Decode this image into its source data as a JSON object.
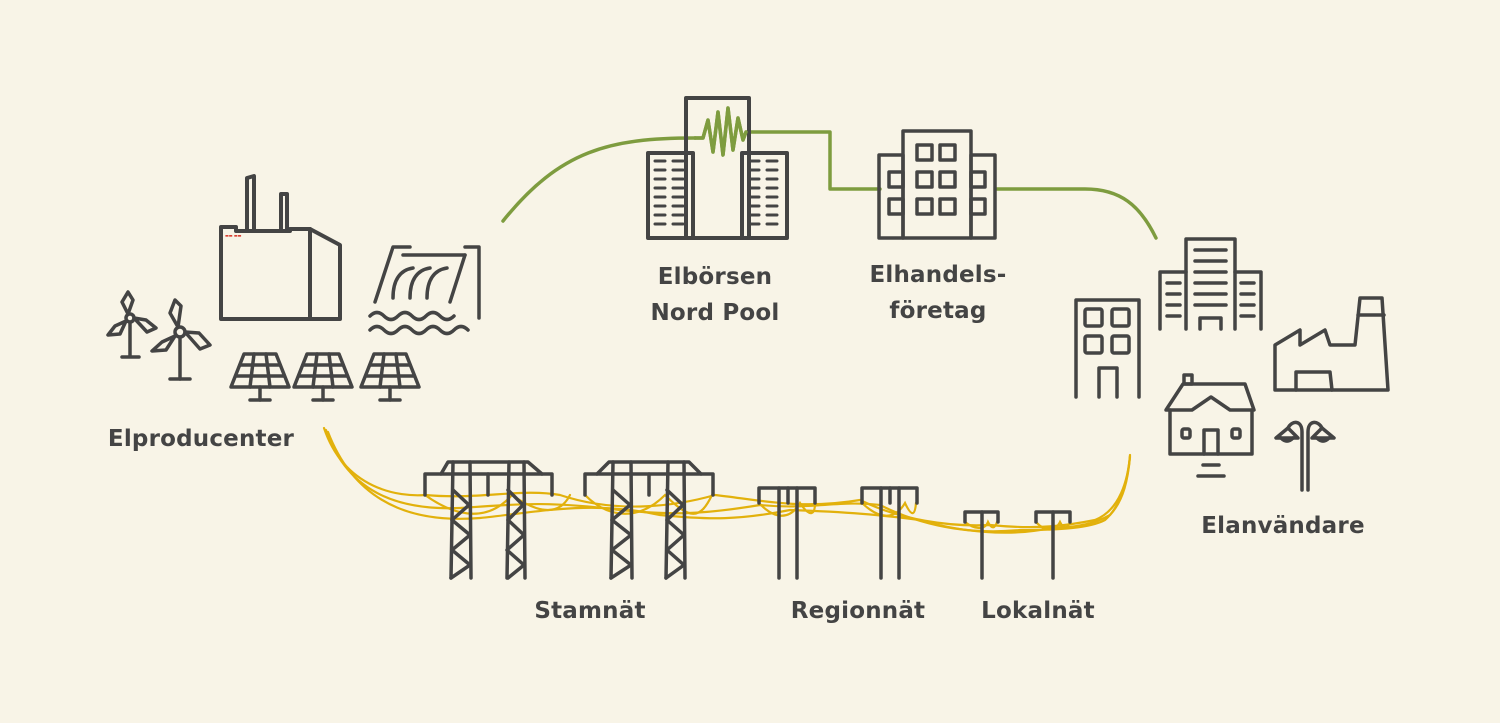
{
  "diagram": {
    "title": "Elmarknadens aktörer",
    "colors": {
      "background": "#F8F4E7",
      "icon_stroke": "#444444",
      "trade_flow": "#7E9C3F",
      "power_flow": "#E2B10C",
      "brand_mark": "#D52B1E"
    },
    "nodes": {
      "producers": {
        "label": "Elproducenter",
        "icons": [
          "wind-turbine-icon",
          "power-plant-icon",
          "hydro-dam-icon",
          "solar-panel-icon"
        ]
      },
      "exchange": {
        "label_line1": "Elbörsen",
        "label_line2": "Nord Pool",
        "icons": [
          "stock-exchange-building-icon"
        ]
      },
      "retailers": {
        "label_line1": "Elhandels-",
        "label_line2": "företag",
        "icons": [
          "office-building-icon"
        ]
      },
      "consumers": {
        "label": "Elanvändare",
        "icons": [
          "apartment-building-icon",
          "office-tower-icon",
          "factory-icon",
          "house-icon",
          "street-lamp-icon"
        ]
      }
    },
    "grid": {
      "transmission": {
        "label": "Stamnät"
      },
      "regional": {
        "label": "Regionnät"
      },
      "local": {
        "label": "Lokalnät"
      }
    },
    "flows": [
      {
        "name": "trade",
        "from": "producers",
        "via": [
          "exchange",
          "retailers"
        ],
        "to": "consumers"
      },
      {
        "name": "power",
        "from": "producers",
        "via": [
          "transmission",
          "regional",
          "local"
        ],
        "to": "consumers"
      }
    ]
  }
}
